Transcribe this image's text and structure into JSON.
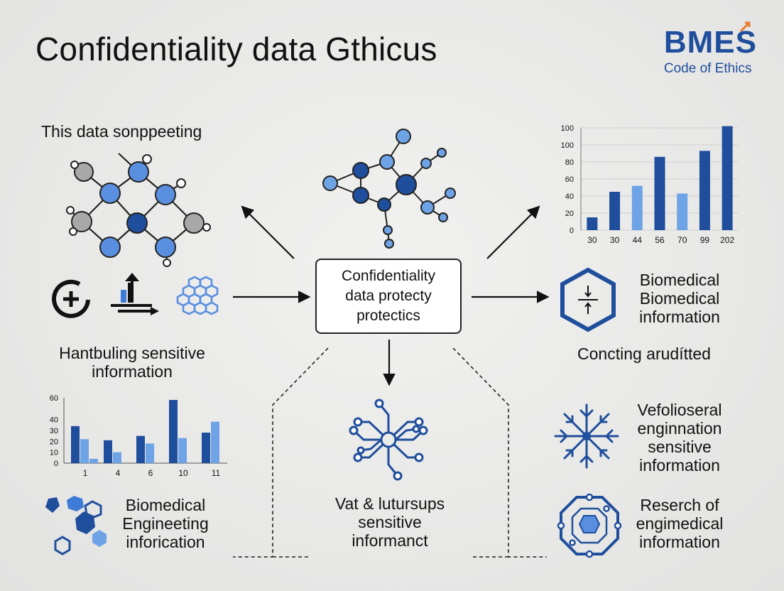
{
  "title": "Confidentiality data Gthicus",
  "brand": {
    "mark": "BMES",
    "subtitle": "Code of Ethics",
    "accent": "#e8792f",
    "color": "#1f4e9c"
  },
  "center": {
    "lines": [
      "Confidentiality",
      "data protecty",
      "protectics"
    ]
  },
  "top_left_label": "This data sonppeeting",
  "left_mid_label": {
    "lines": [
      "Hantbuling sensitive",
      "information"
    ]
  },
  "bottom_left_label": {
    "lines": [
      "Biomedical",
      "Engineeting",
      "inforication"
    ]
  },
  "bottom_center_label": {
    "lines": [
      "Vat & lutursups",
      "sensitive",
      "informanct"
    ]
  },
  "right_mid_label": {
    "lines": [
      "Biomedical",
      "Biomedical",
      "information"
    ]
  },
  "right_caption": "Concting arudítted",
  "right_lower_label": {
    "lines": [
      "Vefolioseral",
      "enginnation",
      "sensitive",
      "information"
    ]
  },
  "bottom_right_label": {
    "lines": [
      "Reserch of",
      "engimedical",
      "information"
    ]
  },
  "chart_data": [
    {
      "type": "bar",
      "categories": [
        "30",
        "30",
        "44",
        "56",
        "70",
        "99",
        "202"
      ],
      "values": [
        15,
        45,
        52,
        86,
        43,
        93,
        122
      ],
      "colors": [
        "#1f4e9c",
        "#1f4e9c",
        "#6ea3e6",
        "#1f4e9c",
        "#6ea3e6",
        "#1f4e9c",
        "#1f4e9c"
      ],
      "yticks": [
        "0",
        "20",
        "40",
        "60",
        "80",
        "100",
        "100"
      ],
      "ylim": [
        0,
        120
      ],
      "grid": true
    },
    {
      "type": "bar",
      "categories": [
        "1",
        "4",
        "6",
        "10",
        "11"
      ],
      "series": [
        {
          "values": [
            34,
            21,
            25,
            58,
            28
          ],
          "color": "#1f4e9c"
        },
        {
          "values": [
            22,
            10,
            18,
            23,
            38
          ],
          "color": "#6ea3e6"
        },
        {
          "values": [
            4,
            0,
            0,
            0,
            0
          ],
          "color": "#6ea3e6"
        }
      ],
      "yticks": [
        "0",
        "10",
        "20",
        "30",
        "40",
        "60"
      ],
      "ylim": [
        0,
        60
      ],
      "grid": false
    }
  ],
  "icons": [
    "molecule-icon",
    "network-icon",
    "add-circle-icon",
    "upload-chart-icon",
    "honeycomb-icon",
    "hexagon-shield-icon",
    "neural-network-icon",
    "snowflake-circuit-icon",
    "hexagon-cluster-icon",
    "octagon-chip-icon"
  ],
  "colors": {
    "dark_blue": "#1f4e9c",
    "mid_blue": "#3d7bd6",
    "light_blue": "#6ea3e6",
    "gray": "#9a9a9a"
  }
}
